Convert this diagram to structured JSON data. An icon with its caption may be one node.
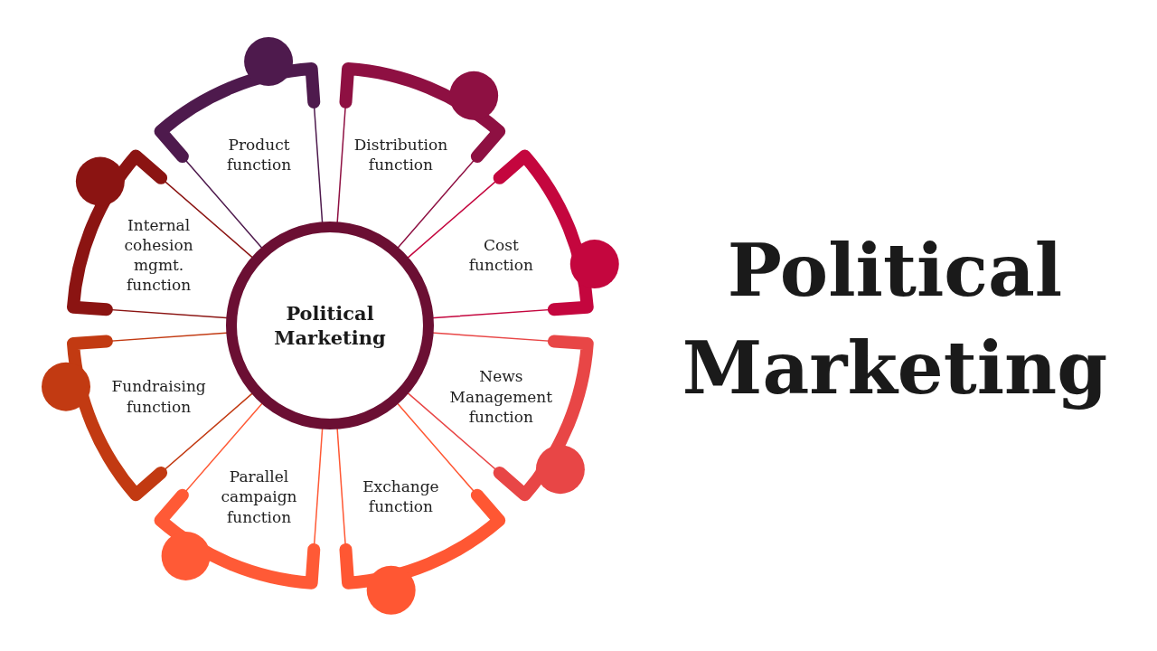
{
  "diagram": {
    "title": "Political Marketing",
    "nodes": [
      {
        "text": [
          "Political Marketing"
        ]
      },
      {
        "text": [
          "Product function"
        ]
      },
      {
        "text": [
          "Distribution function"
        ]
      },
      {
        "text": [
          "Cost function"
        ]
      },
      {
        "text": [
          "News Management function"
        ]
      },
      {
        "text": [
          "Exchange function"
        ]
      },
      {
        "text": [
          "Parallel campaign function"
        ]
      },
      {
        "text": [
          "Fundraising function"
        ]
      },
      {
        "text": [
          "Internal cohesion mgmt. function"
        ]
      }
    ]
  }
}
